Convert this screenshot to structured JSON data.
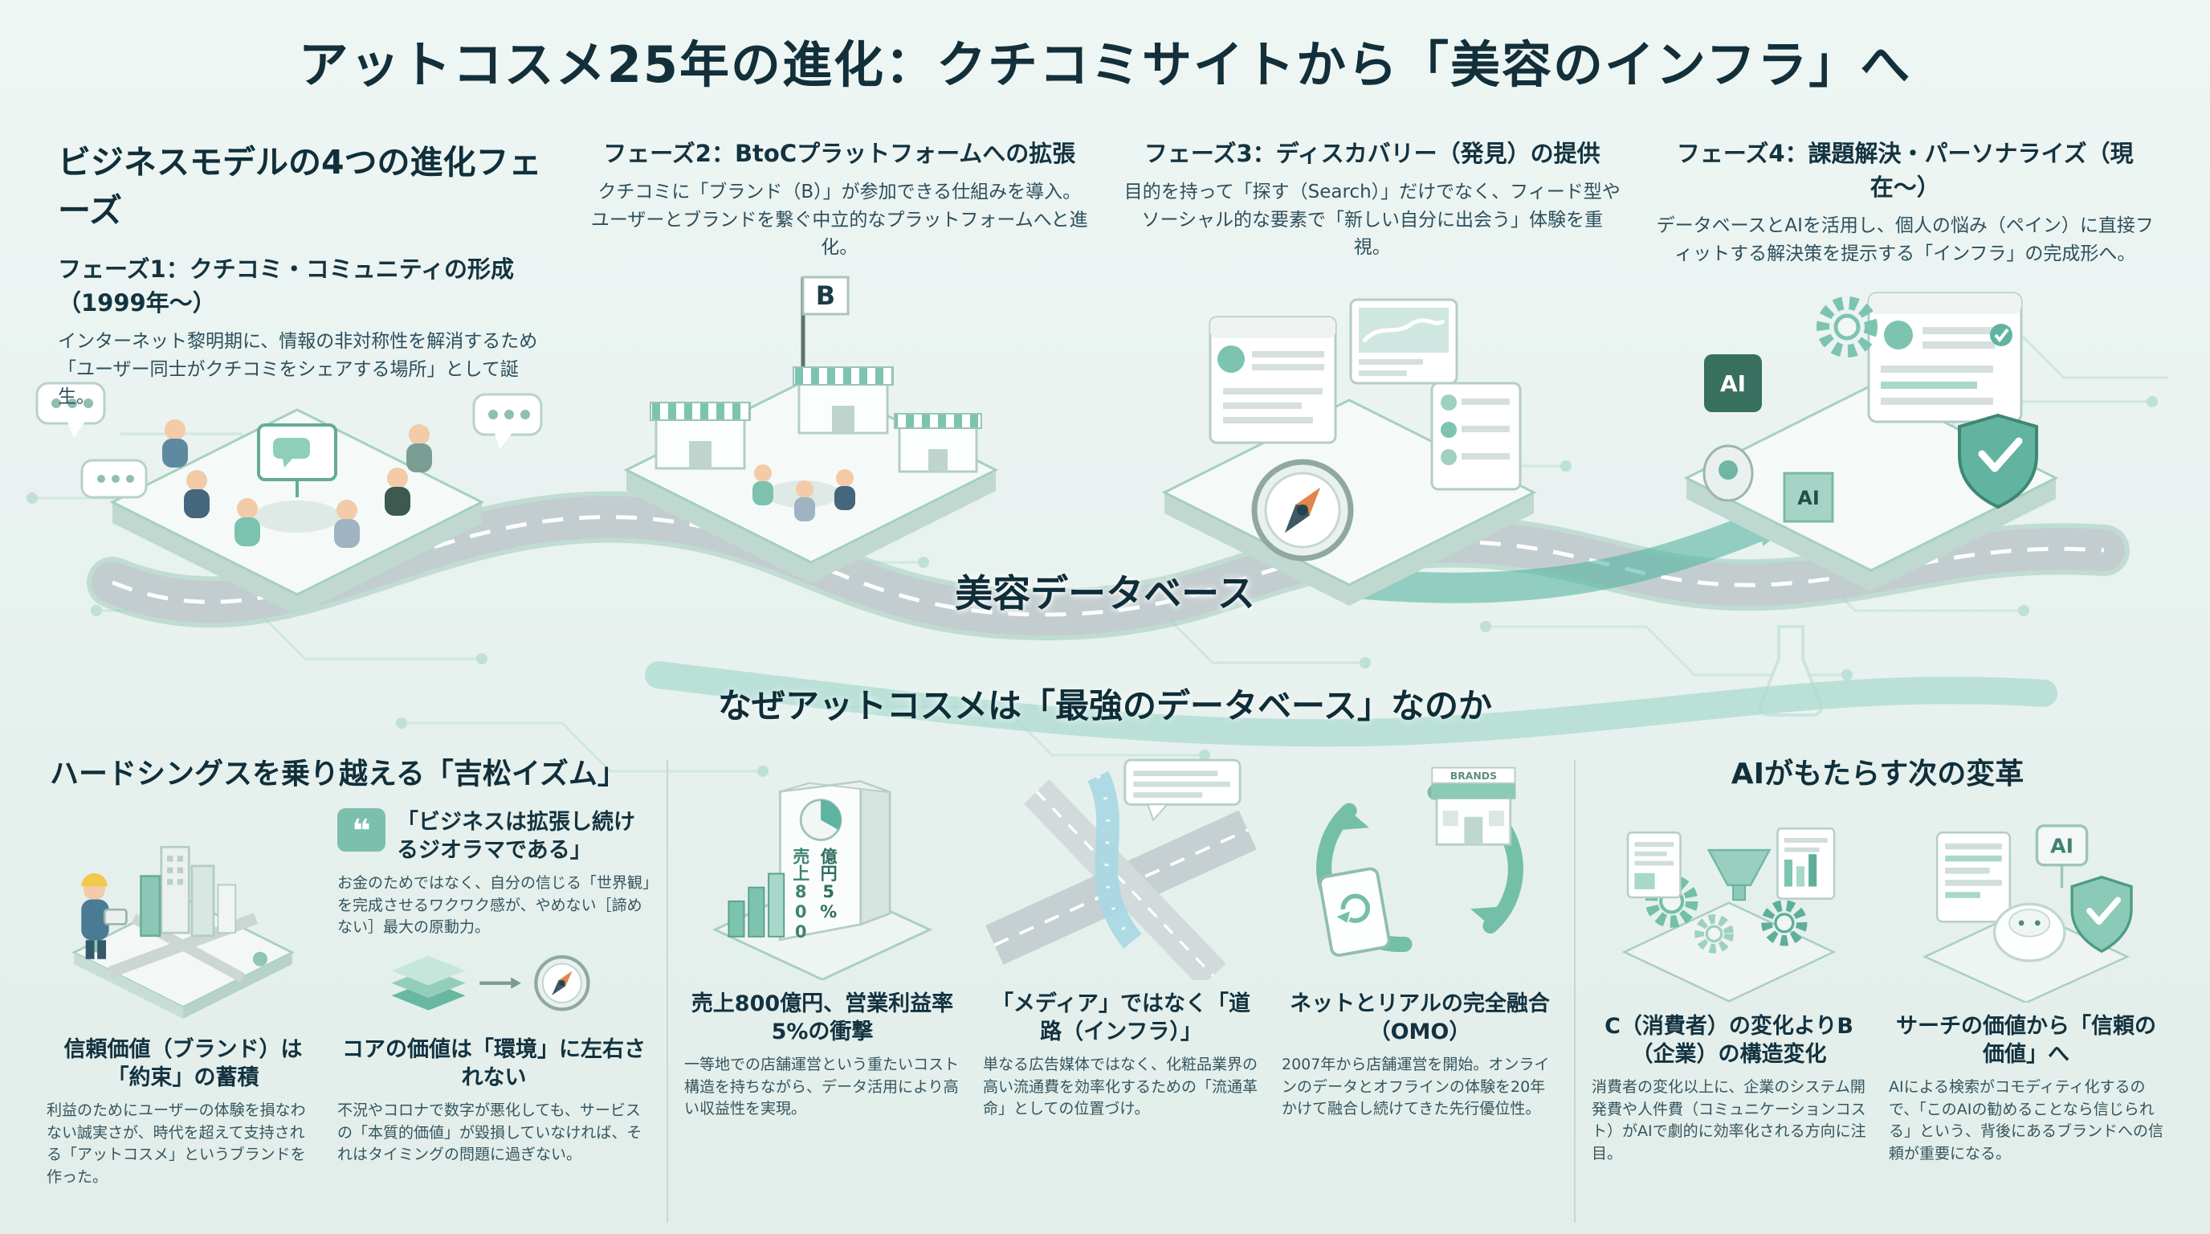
{
  "title": "アットコスメ25年の進化：クチコミサイトから「美容のインフラ」へ",
  "phases_section": {
    "heading": "ビジネスモデルの4つの進化フェーズ",
    "phases": [
      {
        "title": "フェーズ1：クチコミ・コミュニティの形成（1999年〜）",
        "body": "インターネット黎明期に、情報の非対称性を解消するため「ユーザー同士がクチコミをシェアする場所」として誕生。"
      },
      {
        "title": "フェーズ2：BtoCプラットフォームへの拡張",
        "body": "クチコミに「ブランド（B）」が参加できる仕組みを導入。ユーザーとブランドを繋ぐ中立的なプラットフォームへと進化。"
      },
      {
        "title": "フェーズ3：ディスカバリー（発見）の提供",
        "body": "目的を持って「探す（Search）」だけでなく、フィード型やソーシャル的な要素で「新しい自分に出会う」体験を重視。"
      },
      {
        "title": "フェーズ4：課題解決・パーソナライズ（現在〜）",
        "body": "データベースとAIを活用し、個人の悩み（ペイン）に直接フィットする解決策を提示する「インフラ」の完成形へ。"
      }
    ]
  },
  "database_band": {
    "road_label": "美容データベース",
    "subheading": "なぜアットコスメは「最強のデータベース」なのか"
  },
  "yoshimatsu_section": {
    "heading": "ハードシングスを乗り越える「吉松イズム」",
    "quote": {
      "title": "「ビジネスは拡張し続けるジオラマである」",
      "body": "お金のためではなく、自分の信じる「世界観」を完成させるワクワク感が、やめない［諦めない］最大の原動力。"
    },
    "items": [
      {
        "title": "信頼価値（ブランド）は「約束」の蓄積",
        "body": "利益のためにユーザーの体験を損なわない誠実さが、時代を超えて支持される「アットコスメ」というブランドを作った。"
      },
      {
        "title": "コアの価値は「環境」に左右されない",
        "body": "不況やコロナで数字が悪化しても、サービスの「本質的価値」が毀損していなければ、それはタイミングの問題に過ぎない。"
      }
    ]
  },
  "database_items": [
    {
      "title": "売上800億円、営業利益率5%の衝撃",
      "body": "一等地での店舗運営という重たいコスト構造を持ちながら、データ活用により高い収益性を実現。"
    },
    {
      "title": "「メディア」ではなく「道路（インフラ）」",
      "body": "単なる広告媒体ではなく、化粧品業界の高い流通費を効率化するための「流通革命」としての位置づけ。"
    },
    {
      "title": "ネットとリアルの完全融合（OMO）",
      "body": "2007年から店舗運営を開始。オンラインのデータとオフラインの体験を20年かけて融合し続けてきた先行優位性。"
    }
  ],
  "ai_section": {
    "heading": "AIがもたらす次の変革",
    "items": [
      {
        "title": "C（消費者）の変化よりB（企業）の構造変化",
        "body": "消費者の変化以上に、企業のシステム開発費や人件費（コミュニケーションコスト）がAIで劇的に効率化される方向に注目。"
      },
      {
        "title": "サーチの価値から「信頼の価値」へ",
        "body": "AIによる検索がコモディティ化するので、「このAIの勧めることなら信じられる」という、背後にあるブランドへの信頼が重要になる。"
      }
    ]
  },
  "icon_labels": {
    "quote_mark": "❝",
    "brand_flag": "B",
    "ai_chip": "AI",
    "store_sign": "BRANDS",
    "slab_line1": "売上800",
    "slab_line2": "億円5%"
  },
  "colors": {
    "background": "#e8f2ef",
    "accent_teal": "#5fb3a1",
    "road_grey": "#c3cdcf",
    "heading_navy": "#122f3a"
  }
}
